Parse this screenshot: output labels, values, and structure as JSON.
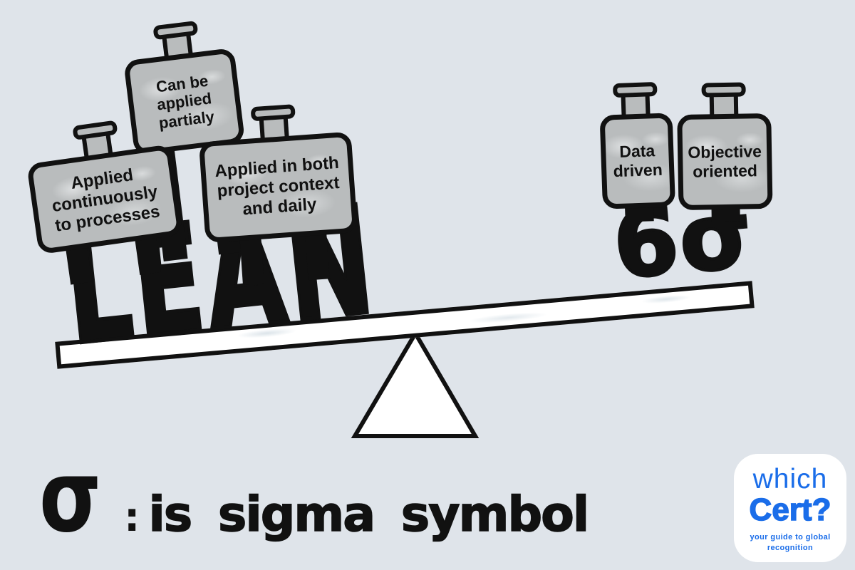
{
  "colors": {
    "background": "#dfe4ea",
    "ink": "#111111",
    "weight_fill": "#b9bcbd",
    "plank_fill": "#ffffff",
    "logo_blue": "#1a6de9",
    "logo_bg": "#ffffff"
  },
  "seesaw": {
    "left_label": "LEAN",
    "right_label": "6σ"
  },
  "weights": {
    "left": [
      {
        "name": "applied-continuously",
        "lines": [
          "Applied",
          "continuously",
          "to processes"
        ]
      },
      {
        "name": "can-be-applied-partialy",
        "lines": [
          "Can be",
          "applied",
          "partialy"
        ]
      },
      {
        "name": "applied-in-both",
        "lines": [
          "Applied in both",
          "project context",
          "and daily"
        ]
      }
    ],
    "right": [
      {
        "name": "data-driven",
        "lines": [
          "Data",
          "driven"
        ]
      },
      {
        "name": "objective-oriented",
        "lines": [
          "Objective",
          "oriented"
        ]
      }
    ]
  },
  "caption": {
    "symbol": "σ",
    "separator": ":",
    "text": "is sigma symbol"
  },
  "logo": {
    "line1": "which",
    "line2": "Cert?",
    "tagline1": "your guide to global",
    "tagline2": "recognition"
  }
}
